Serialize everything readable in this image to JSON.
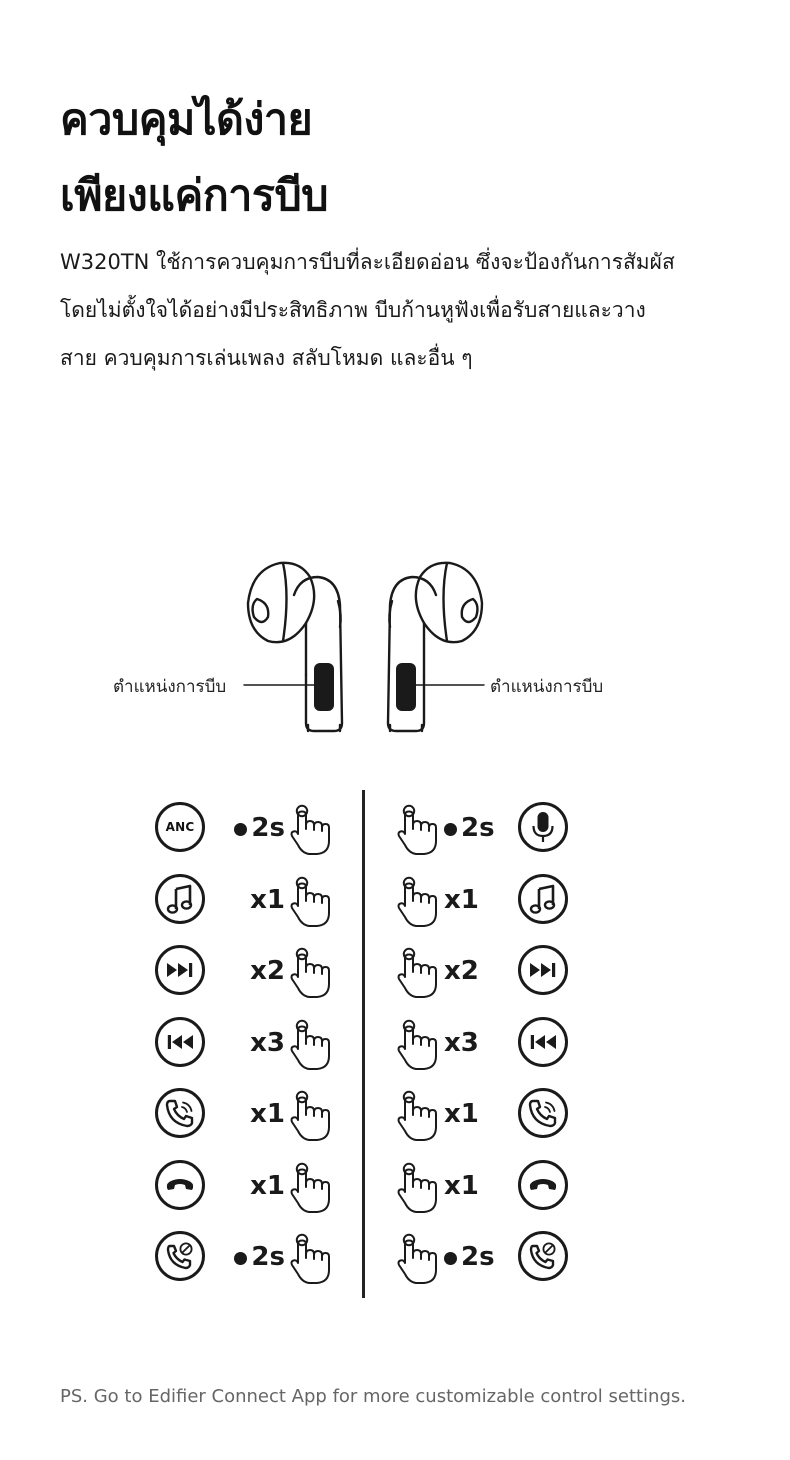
{
  "heading": {
    "line1": "ควบคุมได้ง่าย",
    "line2": "เพียงแค่การบีบ"
  },
  "description": {
    "line1": "W320TN ใช้การควบคุมการบีบที่ละเอียดอ่อน ซึ่งจะป้องกันการสัมผัส",
    "line2": "โดยไม่ตั้งใจได้อย่างมีประสิทธิภาพ บีบก้านหูฟังเพื่อรับสายและวาง",
    "line3": "สาย ควบคุมการเล่นเพลง สลับโหมด และอื่น ๆ"
  },
  "diagram": {
    "left_label": "ตำแหน่งการบีบ",
    "right_label": "ตำแหน่งการบีบ"
  },
  "controls": {
    "left": [
      {
        "icon": "anc-icon",
        "icon_text": "ANC",
        "gesture": "2s",
        "timer": true
      },
      {
        "icon": "music-note-icon",
        "gesture": "x1",
        "timer": false
      },
      {
        "icon": "next-track-icon",
        "gesture": "x2",
        "timer": false
      },
      {
        "icon": "previous-track-icon",
        "gesture": "x3",
        "timer": false
      },
      {
        "icon": "answer-call-icon",
        "gesture": "x1",
        "timer": false
      },
      {
        "icon": "hang-up-icon",
        "gesture": "x1",
        "timer": false
      },
      {
        "icon": "reject-call-icon",
        "gesture": "2s",
        "timer": true
      }
    ],
    "right": [
      {
        "icon": "microphone-icon",
        "gesture": "2s",
        "timer": true
      },
      {
        "icon": "music-note-icon",
        "gesture": "x1",
        "timer": false
      },
      {
        "icon": "next-track-icon",
        "gesture": "x2",
        "timer": false
      },
      {
        "icon": "previous-track-icon",
        "gesture": "x3",
        "timer": false
      },
      {
        "icon": "answer-call-icon",
        "gesture": "x1",
        "timer": false
      },
      {
        "icon": "hang-up-icon",
        "gesture": "x1",
        "timer": false
      },
      {
        "icon": "reject-call-icon",
        "gesture": "2s",
        "timer": true
      }
    ]
  },
  "footer": {
    "note": "PS. Go to Edifier Connect App for more customizable control settings."
  },
  "colors": {
    "text": "#111111",
    "muted": "#666666",
    "background": "#ffffff"
  }
}
